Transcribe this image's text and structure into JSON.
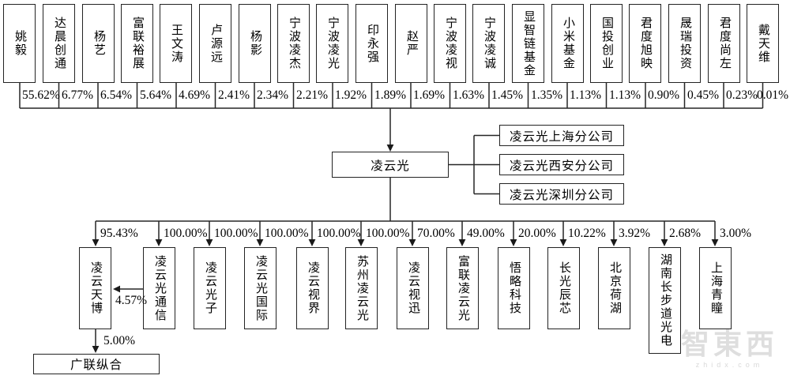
{
  "company": {
    "name": "凌云光"
  },
  "shareholders": [
    {
      "name": "姚毅",
      "pct": "55.62%"
    },
    {
      "name": "达晨创通",
      "pct": "6.77%"
    },
    {
      "name": "杨艺",
      "pct": "6.54%"
    },
    {
      "name": "富联裕展",
      "pct": "5.64%"
    },
    {
      "name": "王文涛",
      "pct": "4.69%"
    },
    {
      "name": "卢源远",
      "pct": "2.41%"
    },
    {
      "name": "杨影",
      "pct": "2.34%"
    },
    {
      "name": "宁波凌杰",
      "pct": "2.21%"
    },
    {
      "name": "宁波凌光",
      "pct": "1.92%"
    },
    {
      "name": "印永强",
      "pct": "1.89%"
    },
    {
      "name": "赵严",
      "pct": "1.69%"
    },
    {
      "name": "宁波凌视",
      "pct": "1.63%"
    },
    {
      "name": "宁波凌诚",
      "pct": "1.45%"
    },
    {
      "name": "显智链基金",
      "pct": "1.35%"
    },
    {
      "name": "小米基金",
      "pct": "1.13%"
    },
    {
      "name": "国投创业",
      "pct": "1.13%"
    },
    {
      "name": "君度旭映",
      "pct": "0.90%"
    },
    {
      "name": "晟瑞投资",
      "pct": "0.45%"
    },
    {
      "name": "君度尚左",
      "pct": "0.23%"
    },
    {
      "name": "戴天维",
      "pct": "0.01%"
    }
  ],
  "branches": [
    {
      "name": "凌云光上海分公司"
    },
    {
      "name": "凌云光西安分公司"
    },
    {
      "name": "凌云光深圳分公司"
    }
  ],
  "subsidiaries": [
    {
      "name": "凌云天博",
      "pct": "95.43%"
    },
    {
      "name": "凌云光通信",
      "pct": "100.00%"
    },
    {
      "name": "凌云光子",
      "pct": "100.00%"
    },
    {
      "name": "凌云光国际",
      "pct": "100.00%"
    },
    {
      "name": "凌云视界",
      "pct": "100.00%"
    },
    {
      "name": "苏州凌云光",
      "pct": "100.00%"
    },
    {
      "name": "凌云视迅",
      "pct": "70.00%"
    },
    {
      "name": "富联凌云光",
      "pct": "49.00%"
    },
    {
      "name": "悟略科技",
      "pct": "20.00%"
    },
    {
      "name": "长光辰芯",
      "pct": "10.22%"
    },
    {
      "name": "北京荷湖",
      "pct": "3.92%"
    },
    {
      "name": "湖南长步道光电",
      "pct": "2.68%"
    },
    {
      "name": "上海青瞳",
      "pct": "3.00%"
    }
  ],
  "cross_holding": {
    "pct": "4.57%"
  },
  "sub_subsidiary": {
    "name": "广联纵合",
    "pct": "5.00%"
  },
  "watermark": {
    "logo": "智東西",
    "site": "zhidx.com"
  }
}
